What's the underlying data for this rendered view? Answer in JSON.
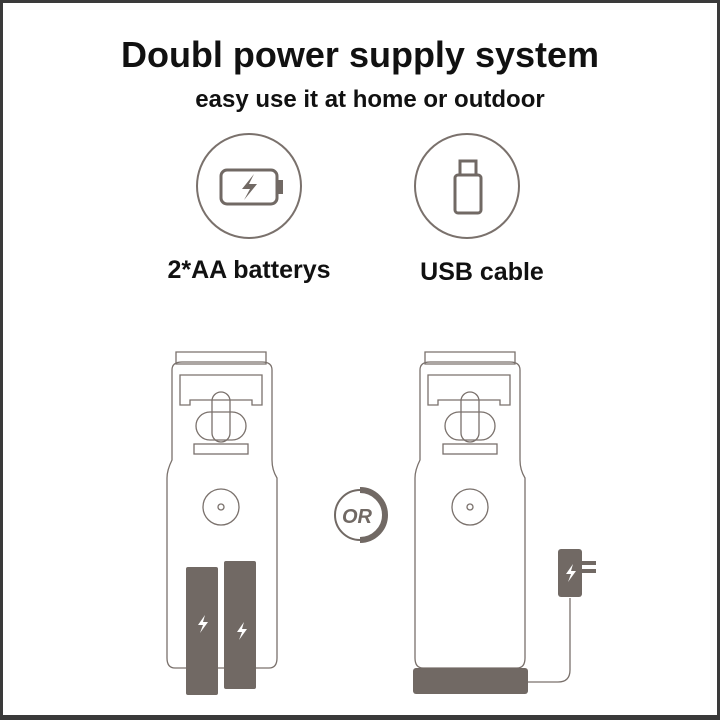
{
  "header": {
    "title": "Doubl power supply system",
    "subtitle": "easy use it at home or outdoor"
  },
  "options": [
    {
      "icon": "battery-icon",
      "label": "2*AA batterys"
    },
    {
      "icon": "usb-icon",
      "label": "USB cable"
    }
  ],
  "separator": {
    "label": "OR"
  },
  "colors": {
    "accent": "#716964",
    "line": "#7a716c",
    "text": "#111111"
  }
}
